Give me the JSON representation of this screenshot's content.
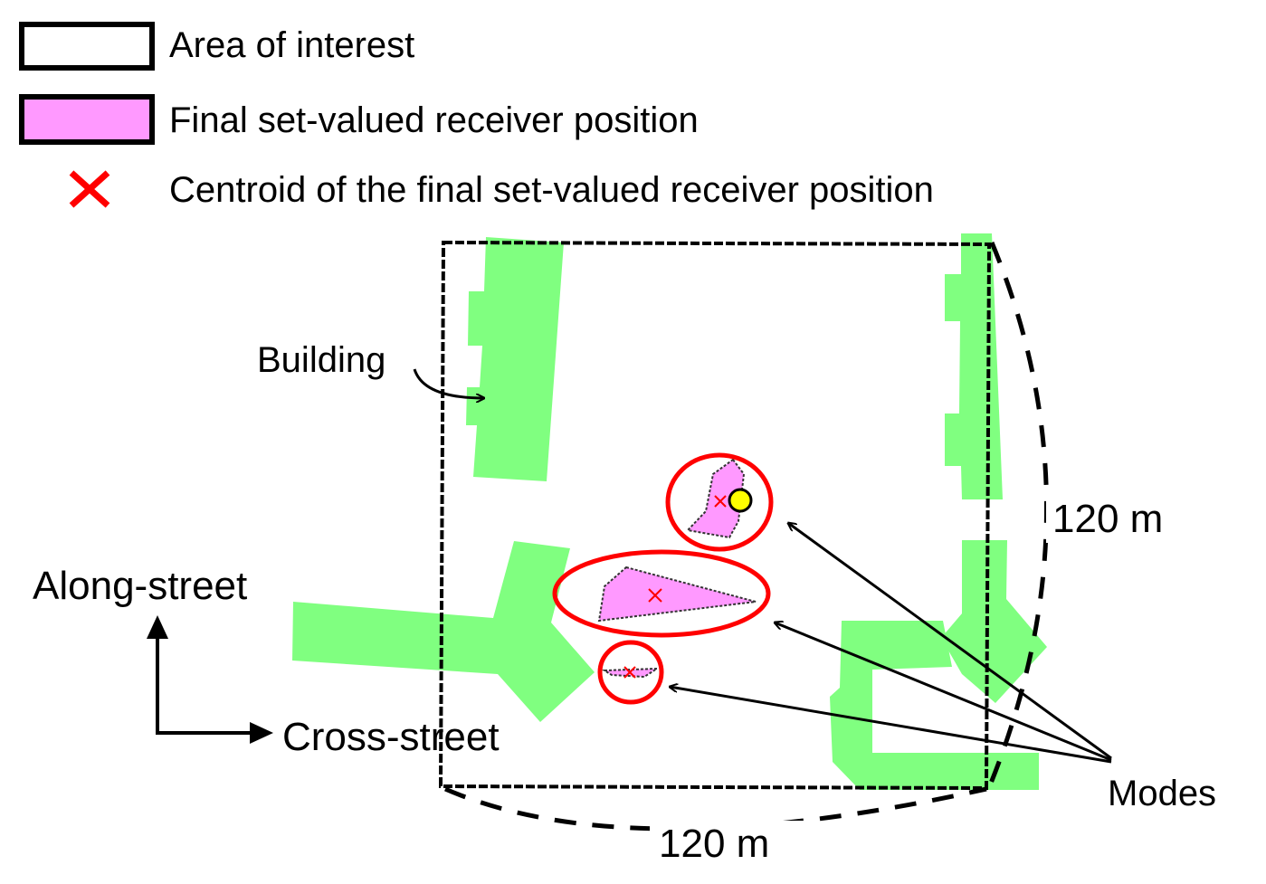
{
  "legend": {
    "items": [
      {
        "swatch": "outline-box",
        "label": "Area of interest"
      },
      {
        "swatch": "pink-box",
        "label": "Final set-valued receiver position"
      },
      {
        "swatch": "red-x",
        "label": "Centroid of the final set-valued receiver position"
      }
    ]
  },
  "annotations": {
    "building": "Building",
    "along_street": "Along-street",
    "cross_street": "Cross-street",
    "modes": "Modes",
    "dim_right": "120 m",
    "dim_bottom": "120 m"
  },
  "colors": {
    "building": "#80ff80",
    "receiver_set": "#ff99ff",
    "centroid": "#ff0000",
    "mode_circle": "#ff0000",
    "true_position": "#ffff00",
    "area_outline": "#000000"
  },
  "icons": [
    "red-x-icon",
    "yellow-dot-icon",
    "arrow-icon"
  ]
}
